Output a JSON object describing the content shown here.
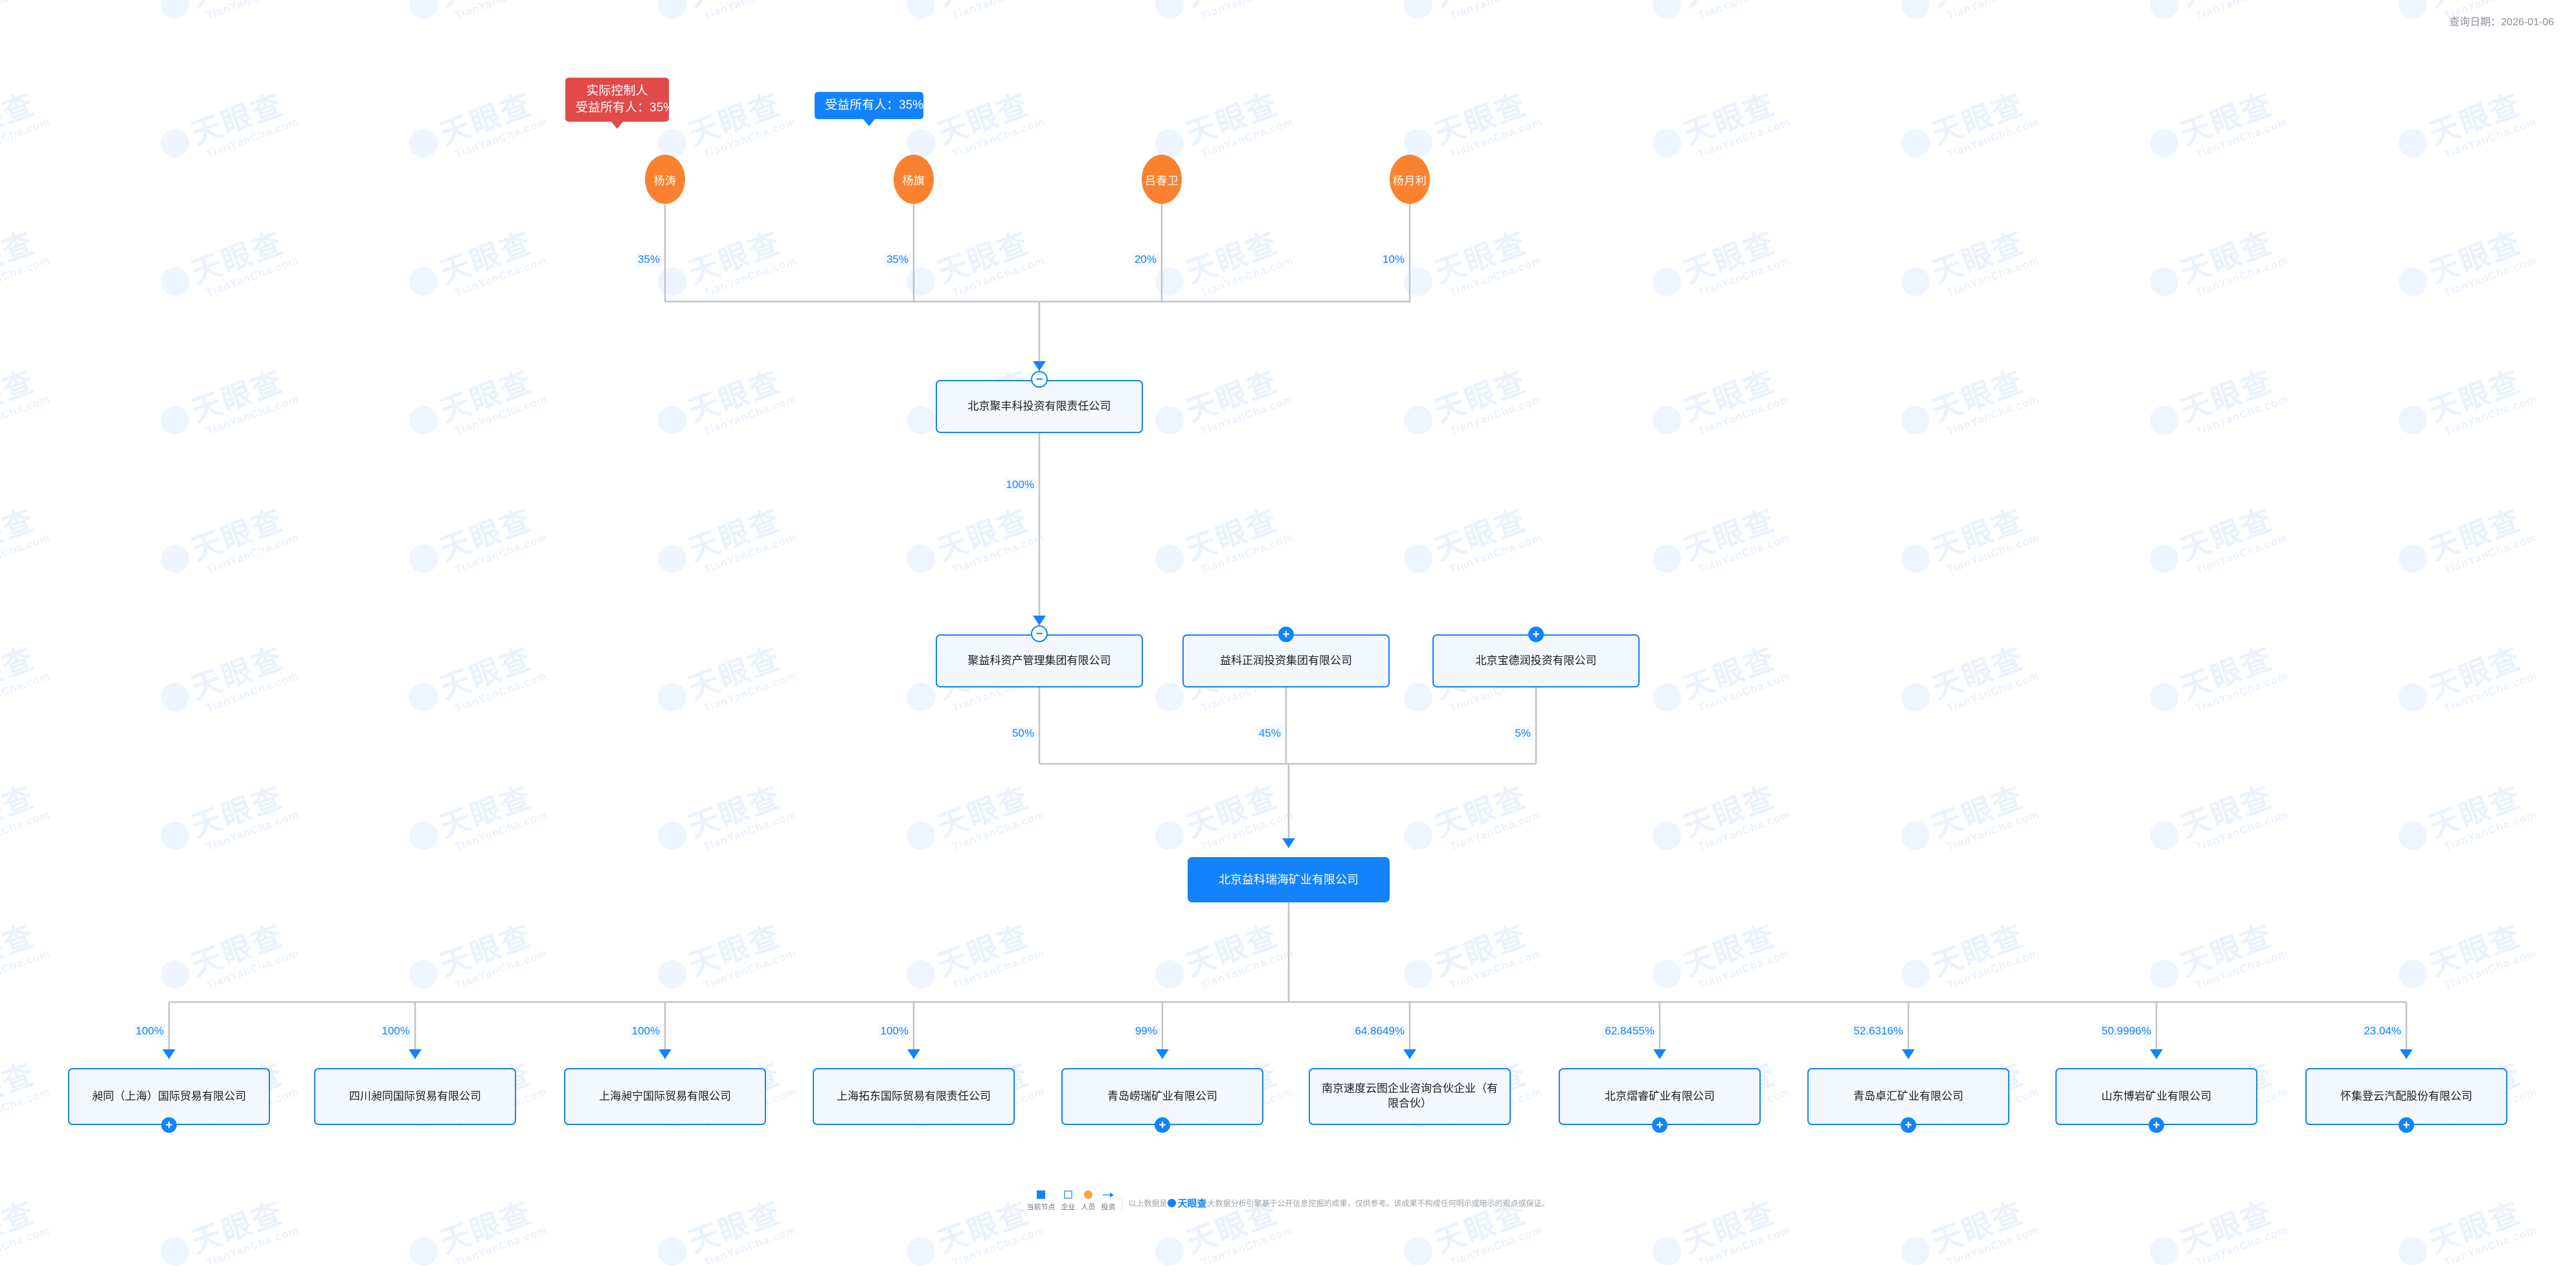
{
  "header": {
    "query_date_label": "查询日期：2026-01-06"
  },
  "tags": [
    {
      "id": "tag-actual-controller",
      "lines": [
        "实际控制人",
        "受益所有人：35%"
      ],
      "color": "#e04a4a",
      "style": "red"
    },
    {
      "id": "tag-beneficial-owner",
      "lines": [
        "受益所有人：35%"
      ],
      "color": "#1283fb",
      "style": "blue"
    }
  ],
  "people": [
    {
      "name": "杨涛",
      "pct": "35%"
    },
    {
      "name": "杨旗",
      "pct": "35%"
    },
    {
      "name": "吕春卫",
      "pct": "20%"
    },
    {
      "name": "杨月利",
      "pct": "10%"
    }
  ],
  "holding": {
    "name": "北京聚丰科投资有限责任公司",
    "pct_to_next": "100%",
    "toggle": "minus"
  },
  "mid_companies": [
    {
      "name": "聚益科资产管理集团有限公司",
      "pct": "50%",
      "toggle": "minus"
    },
    {
      "name": "益科正润投资集团有限公司",
      "pct": "45%",
      "toggle": "plus"
    },
    {
      "name": "北京宝德润投资有限公司",
      "pct": "5%",
      "toggle": "plus"
    }
  ],
  "focus_company": {
    "name": "北京益科瑞海矿业有限公司"
  },
  "subsidiaries": [
    {
      "name": "昶同（上海）国际贸易有限公司",
      "pct": "100%",
      "toggle": "plus"
    },
    {
      "name": "四川昶同国际贸易有限公司",
      "pct": "100%",
      "toggle": "none"
    },
    {
      "name": "上海昶宁国际贸易有限公司",
      "pct": "100%",
      "toggle": "none"
    },
    {
      "name": "上海拓东国际贸易有限责任公司",
      "pct": "100%",
      "toggle": "none"
    },
    {
      "name": "青岛崂瑞矿业有限公司",
      "pct": "99%",
      "toggle": "plus"
    },
    {
      "name": "南京速度云图企业咨询合伙企业（有限合伙）",
      "pct": "64.8649%",
      "toggle": "none"
    },
    {
      "name": "北京熠睿矿业有限公司",
      "pct": "62.8455%",
      "toggle": "plus"
    },
    {
      "name": "青岛卓汇矿业有限公司",
      "pct": "52.6316%",
      "toggle": "plus"
    },
    {
      "name": "山东博岩矿业有限公司",
      "pct": "50.9996%",
      "toggle": "plus"
    },
    {
      "name": "怀集登云汽配股份有限公司",
      "pct": "23.04%",
      "toggle": "plus"
    }
  ],
  "legend": [
    {
      "icon": "filled-square-icon",
      "label": "当前节点"
    },
    {
      "icon": "outline-square-icon",
      "label": "企业"
    },
    {
      "icon": "orange-circle-icon",
      "label": "人员"
    },
    {
      "icon": "arrow-right-icon",
      "label": "投资"
    }
  ],
  "footer": {
    "prefix": "以上数据是",
    "brand": "天眼查",
    "text": "大数据分析引擎基于公开信息挖掘的成果，仅供参考。该成果不构成任何明示或暗示的观点或保证。"
  },
  "colors": {
    "accent": "#1283fb",
    "person": "#f98230",
    "controller": "#e04a4a",
    "edge": "#bfc4c9",
    "box_fill": "#f2f8fe"
  },
  "chart_data": {
    "type": "diagram",
    "title": "北京益科瑞海矿业有限公司 股权结构图",
    "levels": [
      {
        "level": 0,
        "kind": "person",
        "nodes": [
          "杨涛",
          "杨旗",
          "吕春卫",
          "杨月利"
        ]
      },
      {
        "level": 1,
        "kind": "company",
        "nodes": [
          "北京聚丰科投资有限责任公司"
        ]
      },
      {
        "level": 2,
        "kind": "company",
        "nodes": [
          "聚益科资产管理集团有限公司",
          "益科正润投资集团有限公司",
          "北京宝德润投资有限公司"
        ]
      },
      {
        "level": 3,
        "kind": "company-focus",
        "nodes": [
          "北京益科瑞海矿业有限公司"
        ]
      },
      {
        "level": 4,
        "kind": "company",
        "nodes": [
          "昶同（上海）国际贸易有限公司",
          "四川昶同国际贸易有限公司",
          "上海昶宁国际贸易有限公司",
          "上海拓东国际贸易有限责任公司",
          "青岛崂瑞矿业有限公司",
          "南京速度云图企业咨询合伙企业（有限合伙）",
          "北京熠睿矿业有限公司",
          "青岛卓汇矿业有限公司",
          "山东博岩矿业有限公司",
          "怀集登云汽配股份有限公司"
        ]
      }
    ],
    "edges": [
      {
        "from": "杨涛",
        "to": "北京聚丰科投资有限责任公司",
        "value": 35
      },
      {
        "from": "杨旗",
        "to": "北京聚丰科投资有限责任公司",
        "value": 35
      },
      {
        "from": "吕春卫",
        "to": "北京聚丰科投资有限责任公司",
        "value": 20
      },
      {
        "from": "杨月利",
        "to": "北京聚丰科投资有限责任公司",
        "value": 10
      },
      {
        "from": "北京聚丰科投资有限责任公司",
        "to": "聚益科资产管理集团有限公司",
        "value": 100
      },
      {
        "from": "聚益科资产管理集团有限公司",
        "to": "北京益科瑞海矿业有限公司",
        "value": 50
      },
      {
        "from": "益科正润投资集团有限公司",
        "to": "北京益科瑞海矿业有限公司",
        "value": 45
      },
      {
        "from": "北京宝德润投资有限公司",
        "to": "北京益科瑞海矿业有限公司",
        "value": 5
      },
      {
        "from": "北京益科瑞海矿业有限公司",
        "to": "昶同（上海）国际贸易有限公司",
        "value": 100
      },
      {
        "from": "北京益科瑞海矿业有限公司",
        "to": "四川昶同国际贸易有限公司",
        "value": 100
      },
      {
        "from": "北京益科瑞海矿业有限公司",
        "to": "上海昶宁国际贸易有限公司",
        "value": 100
      },
      {
        "from": "北京益科瑞海矿业有限公司",
        "to": "上海拓东国际贸易有限责任公司",
        "value": 100
      },
      {
        "from": "北京益科瑞海矿业有限公司",
        "to": "青岛崂瑞矿业有限公司",
        "value": 99
      },
      {
        "from": "北京益科瑞海矿业有限公司",
        "to": "南京速度云图企业咨询合伙企业（有限合伙）",
        "value": 64.8649
      },
      {
        "from": "北京益科瑞海矿业有限公司",
        "to": "北京熠睿矿业有限公司",
        "value": 62.8455
      },
      {
        "from": "北京益科瑞海矿业有限公司",
        "to": "青岛卓汇矿业有限公司",
        "value": 52.6316
      },
      {
        "from": "北京益科瑞海矿业有限公司",
        "to": "山东博岩矿业有限公司",
        "value": 50.9996
      },
      {
        "from": "北京益科瑞海矿业有限公司",
        "to": "怀集登云汽配股份有限公司",
        "value": 23.04
      }
    ]
  }
}
